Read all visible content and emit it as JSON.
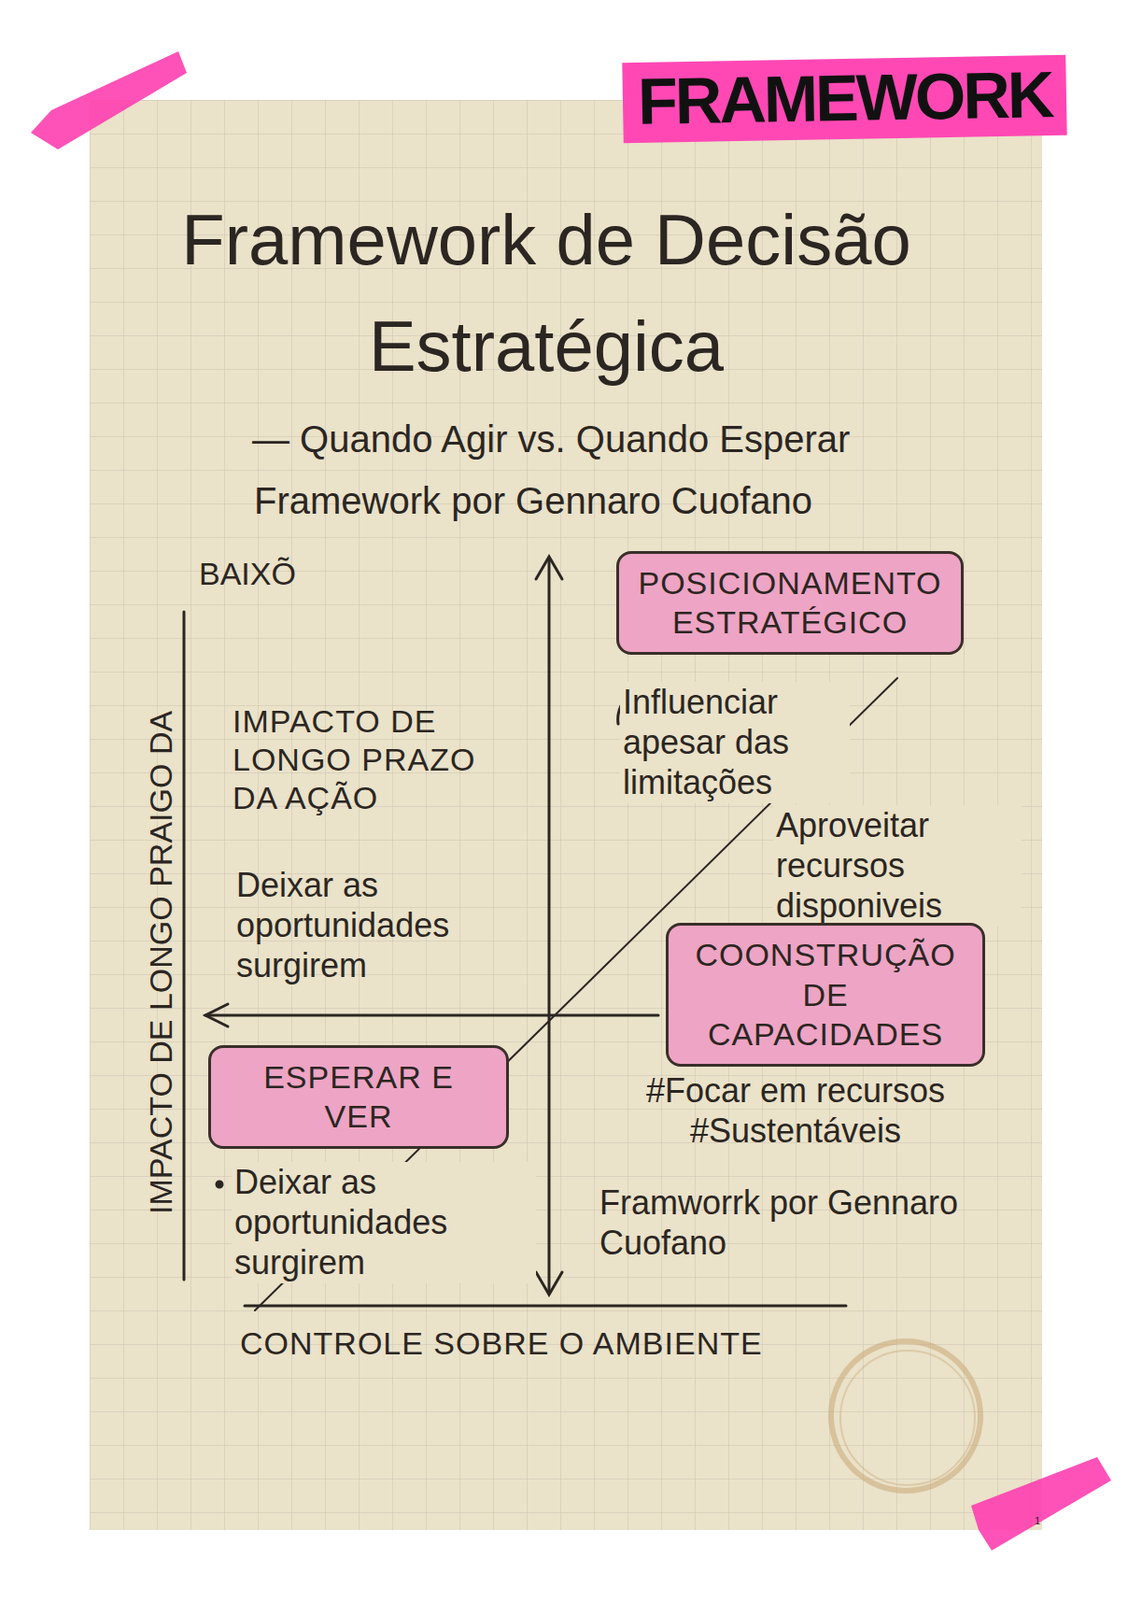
{
  "diagram": {
    "title": "Framework de Decisão Estratégica",
    "nodes": [
      {
        "text": [
          "FRAMEWORK"
        ]
      },
      {
        "text": [
          "POSICIONAMENTO ESTRATÉGICO"
        ]
      },
      {
        "text": [
          "COONSTRUÇÃO DE CAPACIDADES"
        ]
      },
      {
        "text": [
          "ESPERAR E VER"
        ]
      }
    ],
    "labels": [
      "— Quando Agir vs. Quando Esperar",
      "Framework por Gennaro Cuofano",
      "BAIXÕ",
      "IMPACTO DE LONGO PRAIGO DA",
      "IMPACTO DE LONGO PRAZO DA AÇÃO",
      "Deixar as oportunidades surgirem",
      "Influenciar apesar das limitações",
      "Aproveitar recursos disponiveis",
      "Deixar as oportunidades surgirem",
      "#Focar em recursos #Sustentáveis",
      "Framworrk por Gennaro Cuofano",
      "CONTROLE SOBRE O AMBIENTE",
      "1"
    ]
  }
}
